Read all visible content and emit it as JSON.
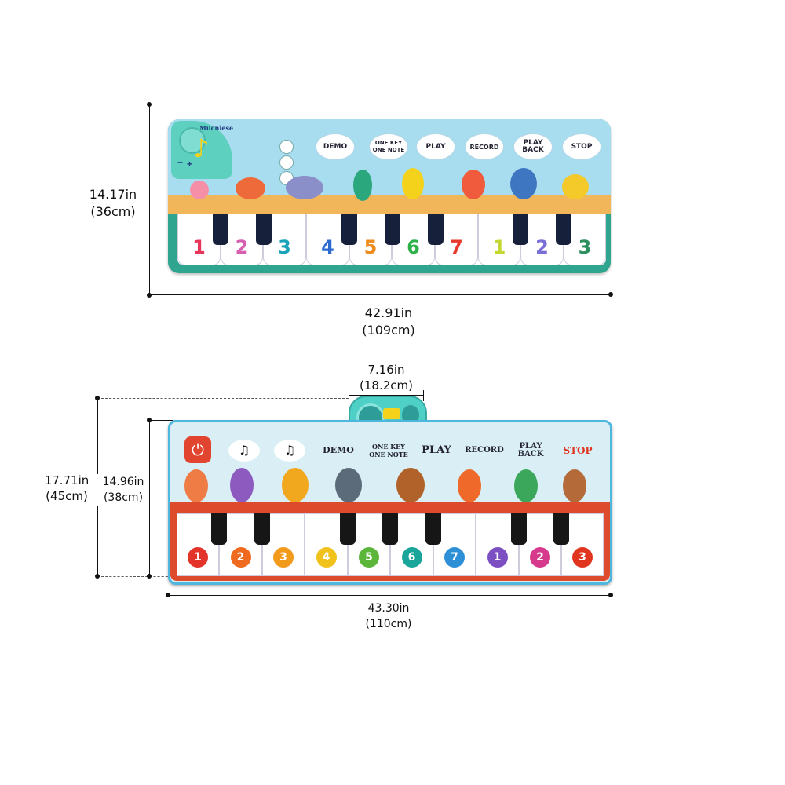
{
  "mat_top": {
    "height_in": "14.17in",
    "height_cm": "(36cm)",
    "width_in": "42.91in",
    "width_cm": "(109cm)",
    "brand": "Mucniese",
    "buttons": [
      "DEMO",
      "ONE KEY ONE NOTE",
      "PLAY",
      "RECORD",
      "PLAY BACK",
      "STOP"
    ],
    "keys": [
      "1",
      "2",
      "3",
      "4",
      "5",
      "6",
      "7",
      "1",
      "2",
      "3"
    ],
    "key_colors": [
      "#e8355a",
      "#d65fb0",
      "#1aa3b8",
      "#2e6bd1",
      "#f08a1d",
      "#2db24a",
      "#e63a2e",
      "#c4d630",
      "#7a6fd6",
      "#2b8f5e"
    ]
  },
  "mat_bottom": {
    "total_height_in": "17.71in",
    "total_height_cm": "(45cm)",
    "body_height_in": "14.96in",
    "body_height_cm": "(38cm)",
    "device_width_in": "7.16in",
    "device_width_cm": "(18.2cm)",
    "width_in": "43.30in",
    "width_cm": "(110cm)",
    "buttons": [
      "DEMO",
      "ONE KEY ONE NOTE",
      "PLAY",
      "RECORD",
      "PLAY BACK",
      "STOP"
    ],
    "keys": [
      "1",
      "2",
      "3",
      "4",
      "5",
      "6",
      "7",
      "1",
      "2",
      "3"
    ],
    "key_colors": [
      "#e3342c",
      "#ef6a1e",
      "#f29a1c",
      "#f2c21c",
      "#5bb63a",
      "#1aa59b",
      "#2d8fd6",
      "#7c4fc2",
      "#d63a8c",
      "#e0341f"
    ]
  }
}
